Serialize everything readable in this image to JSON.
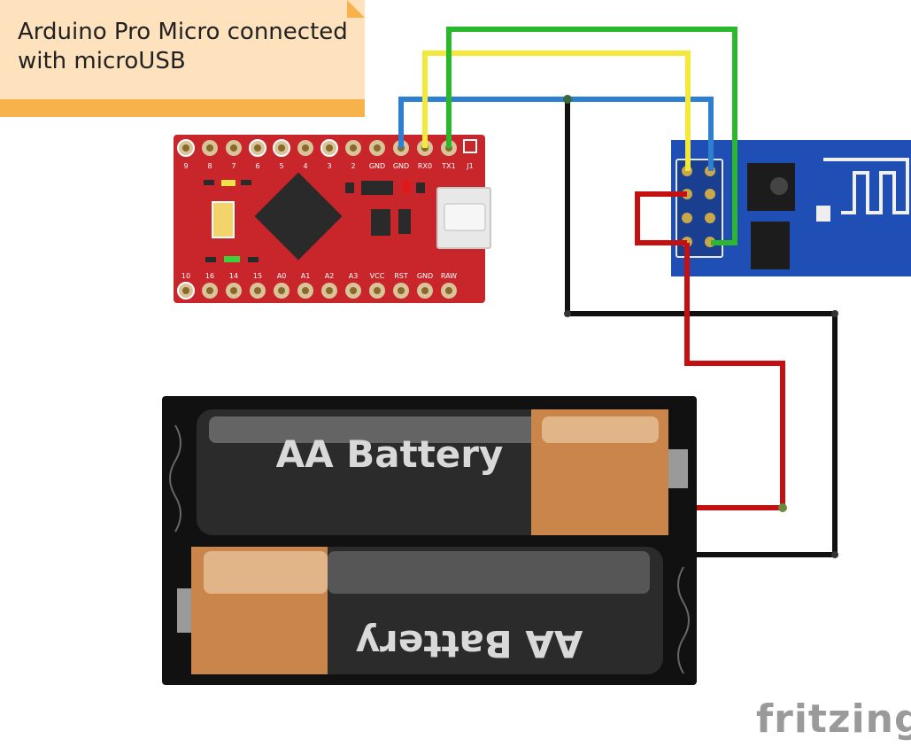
{
  "note": {
    "line1": "Arduino Pro Micro connected",
    "line2": "with microUSB"
  },
  "board": {
    "top_pins": [
      "9",
      "8",
      "7",
      "6",
      "5",
      "4",
      "3",
      "2",
      "GND",
      "GND",
      "RX0",
      "TX1",
      "J1"
    ],
    "bottom_pins": [
      "10",
      "16",
      "14",
      "15",
      "A0",
      "A1",
      "A2",
      "A3",
      "VCC",
      "RST",
      "GND",
      "RAW"
    ]
  },
  "battery": {
    "top_label": "AA Battery",
    "bottom_label": "AA Battery"
  },
  "wires": {
    "colors": {
      "blue": "#2f7fd0",
      "yellow": "#f2e93a",
      "green": "#2cb82c",
      "black": "#111111",
      "red": "#c41010"
    }
  },
  "watermark": "fritzing"
}
